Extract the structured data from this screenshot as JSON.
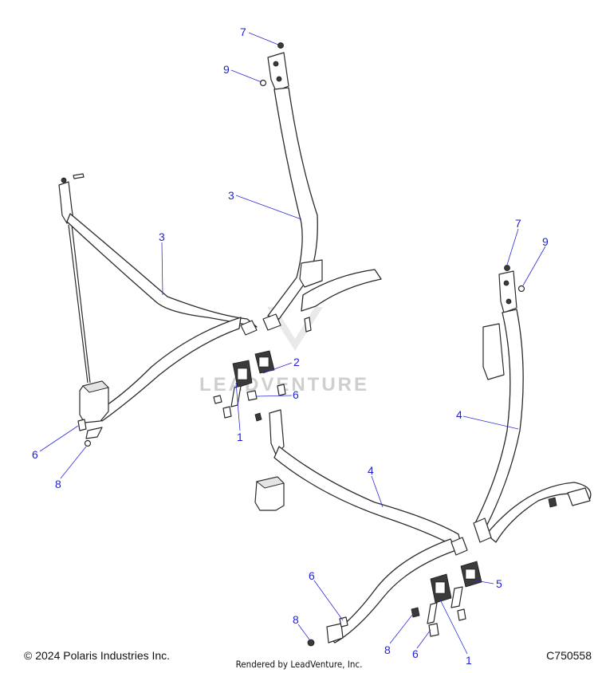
{
  "callouts": [
    {
      "id": "c7a",
      "label": "7"
    },
    {
      "id": "c9a",
      "label": "9"
    },
    {
      "id": "c3a",
      "label": "3"
    },
    {
      "id": "c3b",
      "label": "3"
    },
    {
      "id": "c2",
      "label": "2"
    },
    {
      "id": "c6a",
      "label": "6"
    },
    {
      "id": "c1a",
      "label": "1"
    },
    {
      "id": "c6b",
      "label": "6"
    },
    {
      "id": "c8a",
      "label": "8"
    },
    {
      "id": "c7b",
      "label": "7"
    },
    {
      "id": "c9b",
      "label": "9"
    },
    {
      "id": "c4a",
      "label": "4"
    },
    {
      "id": "c4b",
      "label": "4"
    },
    {
      "id": "c5",
      "label": "5"
    },
    {
      "id": "c6c",
      "label": "6"
    },
    {
      "id": "c8b",
      "label": "8"
    },
    {
      "id": "c8c",
      "label": "8"
    },
    {
      "id": "c6d",
      "label": "6"
    },
    {
      "id": "c1b",
      "label": "1"
    }
  ],
  "watermark": "LEADVENTURE",
  "footer": {
    "copyright": "© 2024 Polaris Industries Inc.",
    "rendered_by": "Rendered by LeadVenture, Inc.",
    "figure_id": "C750558"
  },
  "colors": {
    "callout": "#1f1fd0",
    "line": "#2a2a2a",
    "watermark": "#cfcfcf"
  }
}
